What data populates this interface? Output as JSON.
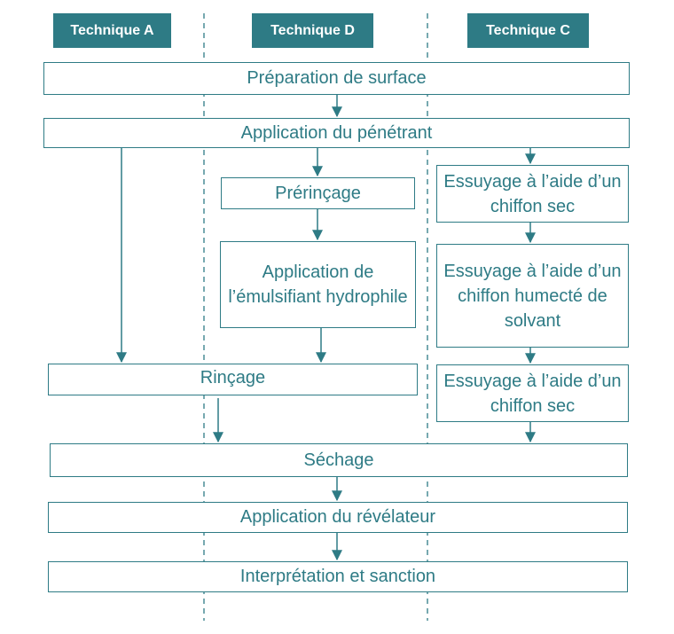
{
  "headers": {
    "col_a": "Technique A",
    "col_d": "Technique D",
    "col_c": "Technique C"
  },
  "steps": {
    "surface_prep": "Préparation de surface",
    "penetrant": "Application du pénétrant",
    "prerinse": "Prérinçage",
    "emulsifier": "Application de l’émulsifiant hydrophile",
    "rinse": "Rinçage",
    "wipe_dry_1": "Essuyage à l’aide d’un chiffon sec",
    "wipe_solvent": "Essuyage à l’aide d’un chiffon humecté de solvant",
    "wipe_dry_2": "Essuyage à l’aide d’un chiffon sec",
    "drying": "Séchage",
    "developer": "Application du révélateur",
    "interpretation": "Interprétation et sanction"
  },
  "colors": {
    "accent": "#2e7b85",
    "header_text": "#ffffff"
  }
}
